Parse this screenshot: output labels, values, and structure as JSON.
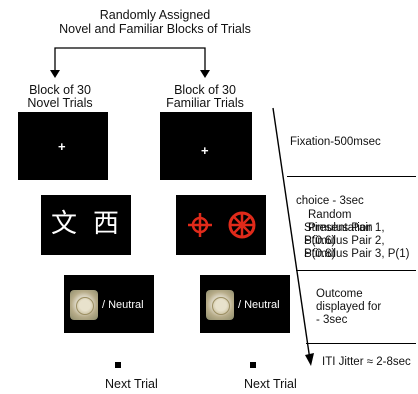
{
  "header": {
    "line1": "Randomly Assigned",
    "line2": "Novel and Familiar Blocks of Trials"
  },
  "novel_block": {
    "line1": "Block of 30",
    "line2": "Novel Trials"
  },
  "familiar_block": {
    "line1": "Block of 30",
    "line2": "Familiar Trials"
  },
  "fixation_symbol": "+",
  "novel_stimuli": [
    "文",
    "西"
  ],
  "outcome_label": "/ Neutral",
  "next_trial_label": "Next Trial",
  "timeline": {
    "fixation": "Fixation-500msec",
    "choice": "choice - 3sec",
    "random": "Random Presentation",
    "pair1": "Stimulus Pair 1, P(0.6)",
    "pair2": "Stimulus Pair 2, P(0.8)",
    "pair3": "Stimulus Pair  3, P(1)",
    "outcome1": "Outcome",
    "outcome2": "displayed for",
    "outcome3": "- 3sec",
    "iti": "ITI Jitter ≈ 2-8sec"
  },
  "colors": {
    "panel": "#000000",
    "familiar_symbol": "#e02a1a",
    "text": "#111111"
  }
}
